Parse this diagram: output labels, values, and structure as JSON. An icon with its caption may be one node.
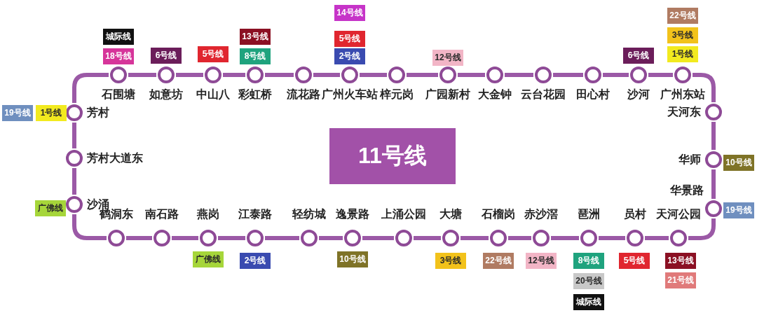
{
  "diagram": {
    "nodes": [
      {
        "text": [
          "石围塘"
        ]
      },
      {
        "text": [
          "如意坊"
        ]
      },
      {
        "text": [
          "中山八"
        ]
      },
      {
        "text": [
          "彩虹桥"
        ]
      },
      {
        "text": [
          "流花路"
        ]
      },
      {
        "text": [
          "广州火车站"
        ]
      },
      {
        "text": [
          "梓元岗"
        ]
      },
      {
        "text": [
          "广园新村"
        ]
      },
      {
        "text": [
          "大金钟"
        ]
      },
      {
        "text": [
          "云台花园"
        ]
      },
      {
        "text": [
          "田心村"
        ]
      },
      {
        "text": [
          "沙河"
        ]
      },
      {
        "text": [
          "广州东站"
        ]
      },
      {
        "text": [
          "天河东"
        ]
      },
      {
        "text": [
          "华师"
        ]
      },
      {
        "text": [
          "华景路"
        ]
      },
      {
        "text": [
          "天河公园"
        ]
      },
      {
        "text": [
          "员村"
        ]
      },
      {
        "text": [
          "琶洲"
        ]
      },
      {
        "text": [
          "赤沙滘"
        ]
      },
      {
        "text": [
          "石榴岗"
        ]
      },
      {
        "text": [
          "大塘"
        ]
      },
      {
        "text": [
          "上涌公园"
        ]
      },
      {
        "text": [
          "逸景路"
        ]
      },
      {
        "text": [
          "轻纺城"
        ]
      },
      {
        "text": [
          "江泰路"
        ]
      },
      {
        "text": [
          "燕岗"
        ]
      },
      {
        "text": [
          "南石路"
        ]
      },
      {
        "text": [
          "鹤洞东"
        ]
      },
      {
        "text": [
          "沙涌"
        ]
      },
      {
        "text": [
          "芳村大道东"
        ]
      },
      {
        "text": [
          "芳村"
        ]
      },
      {
        "text": [
          "11号线"
        ]
      },
      {
        "text": [
          "城际线"
        ]
      },
      {
        "text": [
          "18号线"
        ]
      },
      {
        "text": [
          "6号线"
        ]
      },
      {
        "text": [
          "5号线"
        ]
      },
      {
        "text": [
          "13号线"
        ]
      },
      {
        "text": [
          "8号线"
        ]
      },
      {
        "text": [
          "14号线"
        ]
      },
      {
        "text": [
          "5号线"
        ]
      },
      {
        "text": [
          "2号线"
        ]
      },
      {
        "text": [
          "12号线"
        ]
      },
      {
        "text": [
          "6号线"
        ]
      },
      {
        "text": [
          "22号线"
        ]
      },
      {
        "text": [
          "3号线"
        ]
      },
      {
        "text": [
          "1号线"
        ]
      },
      {
        "text": [
          "10号线"
        ]
      },
      {
        "text": [
          "19号线"
        ]
      },
      {
        "text": [
          "13号线"
        ]
      },
      {
        "text": [
          "21号线"
        ]
      },
      {
        "text": [
          "5号线"
        ]
      },
      {
        "text": [
          "8号线"
        ]
      },
      {
        "text": [
          "20号线"
        ]
      },
      {
        "text": [
          "城际线"
        ]
      },
      {
        "text": [
          "12号线"
        ]
      },
      {
        "text": [
          "22号线"
        ]
      },
      {
        "text": [
          "3号线"
        ]
      },
      {
        "text": [
          "10号线"
        ]
      },
      {
        "text": [
          "2号线"
        ]
      },
      {
        "text": [
          "广佛线"
        ]
      },
      {
        "text": [
          "广佛线"
        ]
      },
      {
        "text": [
          "19号线"
        ]
      },
      {
        "text": [
          "1号线"
        ]
      }
    ],
    "edges": [
      {
        "from": 0,
        "to": 1,
        "arrow": "none"
      },
      {
        "from": 1,
        "to": 2,
        "arrow": "none"
      },
      {
        "from": 2,
        "to": 3,
        "arrow": "none"
      },
      {
        "from": 3,
        "to": 4,
        "arrow": "none"
      },
      {
        "from": 4,
        "to": 5,
        "arrow": "none"
      },
      {
        "from": 5,
        "to": 6,
        "arrow": "none"
      },
      {
        "from": 6,
        "to": 7,
        "arrow": "none"
      },
      {
        "from": 7,
        "to": 8,
        "arrow": "none"
      },
      {
        "from": 8,
        "to": 9,
        "arrow": "none"
      },
      {
        "from": 9,
        "to": 10,
        "arrow": "none"
      },
      {
        "from": 10,
        "to": 11,
        "arrow": "none"
      },
      {
        "from": 11,
        "to": 12,
        "arrow": "none"
      },
      {
        "from": 12,
        "to": 13,
        "arrow": "none"
      },
      {
        "from": 13,
        "to": 14,
        "arrow": "none"
      },
      {
        "from": 14,
        "to": 15,
        "arrow": "none"
      },
      {
        "from": 15,
        "to": 16,
        "arrow": "none"
      },
      {
        "from": 16,
        "to": 17,
        "arrow": "none"
      },
      {
        "from": 17,
        "to": 18,
        "arrow": "none"
      },
      {
        "from": 18,
        "to": 19,
        "arrow": "none"
      },
      {
        "from": 19,
        "to": 20,
        "arrow": "none"
      },
      {
        "from": 20,
        "to": 21,
        "arrow": "none"
      },
      {
        "from": 21,
        "to": 22,
        "arrow": "none"
      },
      {
        "from": 22,
        "to": 23,
        "arrow": "none"
      },
      {
        "from": 23,
        "to": 24,
        "arrow": "none"
      },
      {
        "from": 24,
        "to": 25,
        "arrow": "none"
      },
      {
        "from": 25,
        "to": 26,
        "arrow": "none"
      },
      {
        "from": 26,
        "to": 27,
        "arrow": "none"
      },
      {
        "from": 27,
        "to": 28,
        "arrow": "none"
      },
      {
        "from": 28,
        "to": 29,
        "arrow": "none"
      },
      {
        "from": 29,
        "to": 30,
        "arrow": "none"
      },
      {
        "from": 30,
        "to": 31,
        "arrow": "none"
      },
      {
        "from": 31,
        "to": 0,
        "arrow": "none"
      }
    ]
  }
}
